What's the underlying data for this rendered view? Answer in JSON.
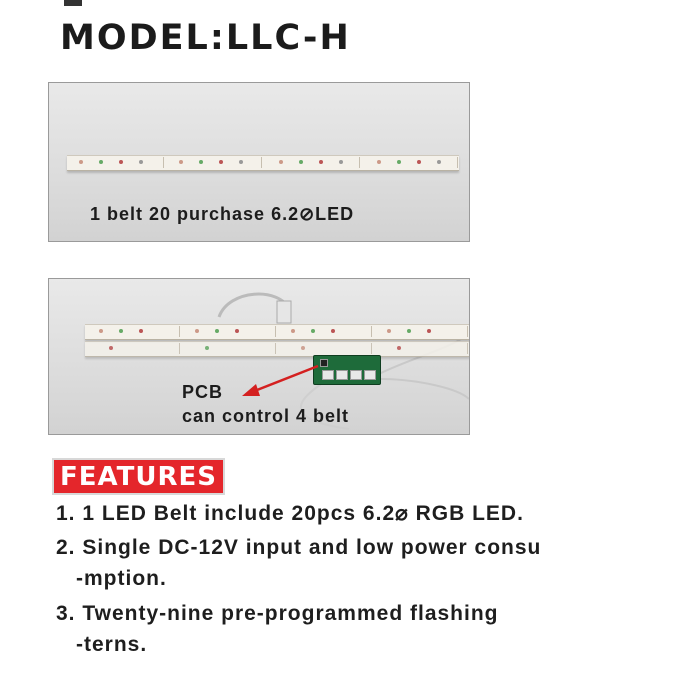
{
  "header": {
    "title": "MODEL:LLC-H"
  },
  "photo1": {
    "caption": "1 belt 20 purchase 6.2⊘LED"
  },
  "photo2": {
    "pcb_label": "PCB",
    "pcb_desc": "can control 4 belt"
  },
  "features": {
    "heading": "FEATURES",
    "items": [
      {
        "line1": "1. 1 LED Belt include 20pcs 6.2⌀ RGB LED."
      },
      {
        "line1": "2. Single DC-12V input and low power consu",
        "line2": "-mption."
      },
      {
        "line1": "3. Twenty-nine pre-programmed flashing",
        "line2": "-terns."
      }
    ]
  },
  "colors": {
    "badge": "#e4262b",
    "arrow": "#d42020",
    "pcb": "#1e6b3a"
  }
}
